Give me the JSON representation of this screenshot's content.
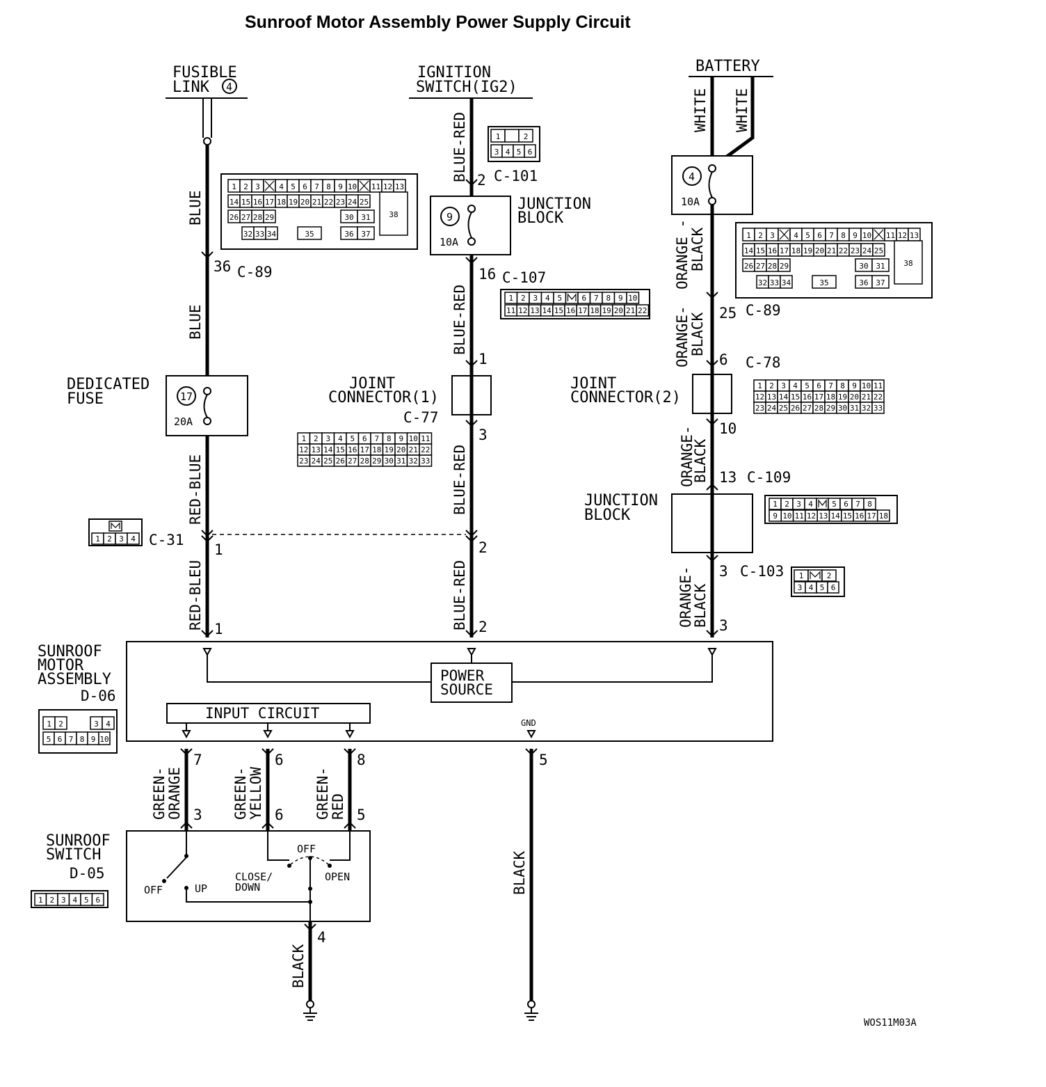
{
  "title": "Sunroof Motor Assembly Power Supply Circuit",
  "diagram_code": "WOS11M03A",
  "sources": {
    "fusible_link": {
      "line1": "FUSIBLE",
      "line2": "LINK",
      "num": "4"
    },
    "ignition": {
      "line1": "IGNITION",
      "line2": "SWITCH(IG2)"
    },
    "battery": {
      "label": "BATTERY"
    }
  },
  "wire_colors": {
    "blue": "BLUE",
    "red_blue": "RED-BLUE",
    "red_bleu": "RED-BLEU",
    "blue_red": "BLUE-RED",
    "white": "WHITE",
    "orange_black_1": "ORANGE -",
    "orange_black_2": "BLACK",
    "orange_black_3": "ORANGE-",
    "green_orange_1": "GREEN-",
    "green_orange_2": "ORANGE",
    "green_yellow_2": "YELLOW",
    "green_red_2": "RED",
    "black": "BLACK"
  },
  "components": {
    "junction_block_1": {
      "line1": "JUNCTION",
      "line2": "BLOCK",
      "fuse_num": "9",
      "rating": "10A"
    },
    "junction_block_2": {
      "line1": "JUNCTION",
      "line2": "BLOCK"
    },
    "battery_fuse": {
      "fuse_num": "4",
      "rating": "10A"
    },
    "dedicated_fuse": {
      "line1": "DEDICATED",
      "line2": "FUSE",
      "fuse_num": "17",
      "rating": "20A"
    },
    "joint_connector_1": {
      "line1": "JOINT",
      "line2": "CONNECTOR(1)",
      "code": "C-77"
    },
    "joint_connector_2": {
      "line1": "JOINT",
      "line2": "CONNECTOR(2)"
    },
    "motor_assembly": {
      "line1": "SUNROOF",
      "line2": "MOTOR",
      "line3": "ASSEMBLY",
      "code": "D-06",
      "power1": "POWER",
      "power2": "SOURCE",
      "input": "INPUT CIRCUIT",
      "gnd": "GND"
    },
    "sunroof_switch": {
      "line1": "SUNROOF",
      "line2": "SWITCH",
      "code": "D-05",
      "off_left": "OFF",
      "up": "UP",
      "off_top": "OFF",
      "close1": "CLOSE/",
      "close2": "DOWN",
      "open": "OPEN"
    }
  },
  "connectors": {
    "c89_left": "C-89",
    "c89_right": "C-89",
    "c101": "C-101",
    "c107": "C-107",
    "c78": "C-78",
    "c31": "C-31",
    "c109": "C-109",
    "c103": "C-103"
  },
  "pins": {
    "p36": "36",
    "p2a": "2",
    "p16": "16",
    "p1a": "1",
    "p3a": "3",
    "p2b": "2",
    "p2c": "2",
    "p25": "25",
    "p6a": "6",
    "p10": "10",
    "p13": "13",
    "p3b": "3",
    "p3c": "3",
    "p1b": "1",
    "p1c": "1",
    "p7": "7",
    "p6b": "6",
    "p8": "8",
    "p5a": "5",
    "p3d": "3",
    "p6c": "6",
    "p5b": "5",
    "p4": "4"
  },
  "connector_grids": {
    "c89": [
      [
        "1",
        "2",
        "3",
        "X",
        "4",
        "5",
        "6",
        "7",
        "8",
        "9",
        "10",
        "X",
        "11",
        "12",
        "13"
      ],
      [
        "14",
        "15",
        "16",
        "17",
        "18",
        "19",
        "20",
        "21",
        "22",
        "23",
        "24",
        "25"
      ],
      [
        "26",
        "27",
        "28",
        "29",
        "30",
        "31"
      ],
      [
        "32",
        "33",
        "34",
        "35",
        "36",
        "37"
      ],
      "38"
    ],
    "c101": [
      [
        "1",
        "",
        "2"
      ],
      [
        "3",
        "4",
        "5",
        "6"
      ]
    ],
    "c107": [
      [
        "1",
        "2",
        "3",
        "4",
        "5",
        "M",
        "6",
        "7",
        "8",
        "9",
        "10"
      ],
      [
        "11",
        "12",
        "13",
        "14",
        "15",
        "16",
        "17",
        "18",
        "19",
        "20",
        "21",
        "22"
      ]
    ],
    "c77": [
      [
        "1",
        "2",
        "3",
        "4",
        "5",
        "6",
        "7",
        "8",
        "9",
        "10",
        "11"
      ],
      [
        "12",
        "13",
        "14",
        "15",
        "16",
        "17",
        "18",
        "19",
        "20",
        "21",
        "22"
      ],
      [
        "23",
        "24",
        "25",
        "26",
        "27",
        "28",
        "29",
        "30",
        "31",
        "32",
        "33"
      ]
    ],
    "c78": [
      [
        "1",
        "2",
        "3",
        "4",
        "5",
        "6",
        "7",
        "8",
        "9",
        "10",
        "11"
      ],
      [
        "12",
        "13",
        "14",
        "15",
        "16",
        "17",
        "18",
        "19",
        "20",
        "21",
        "22"
      ],
      [
        "23",
        "24",
        "25",
        "26",
        "27",
        "28",
        "29",
        "30",
        "31",
        "32",
        "33"
      ]
    ],
    "c109": [
      [
        "1",
        "2",
        "3",
        "4",
        "M",
        "5",
        "6",
        "7",
        "8"
      ],
      [
        "9",
        "10",
        "11",
        "12",
        "13",
        "14",
        "15",
        "16",
        "17",
        "18"
      ]
    ],
    "c103": [
      [
        "1",
        "M",
        "2"
      ],
      [
        "3",
        "4",
        "5",
        "6"
      ]
    ],
    "c31": [
      "1",
      "2",
      "3",
      "4"
    ],
    "d06": [
      [
        "1",
        "2",
        "3",
        "4"
      ],
      [
        "5",
        "6",
        "7",
        "8",
        "9",
        "10"
      ]
    ],
    "d05": [
      "1",
      "2",
      "3",
      "4",
      "5",
      "6"
    ]
  }
}
